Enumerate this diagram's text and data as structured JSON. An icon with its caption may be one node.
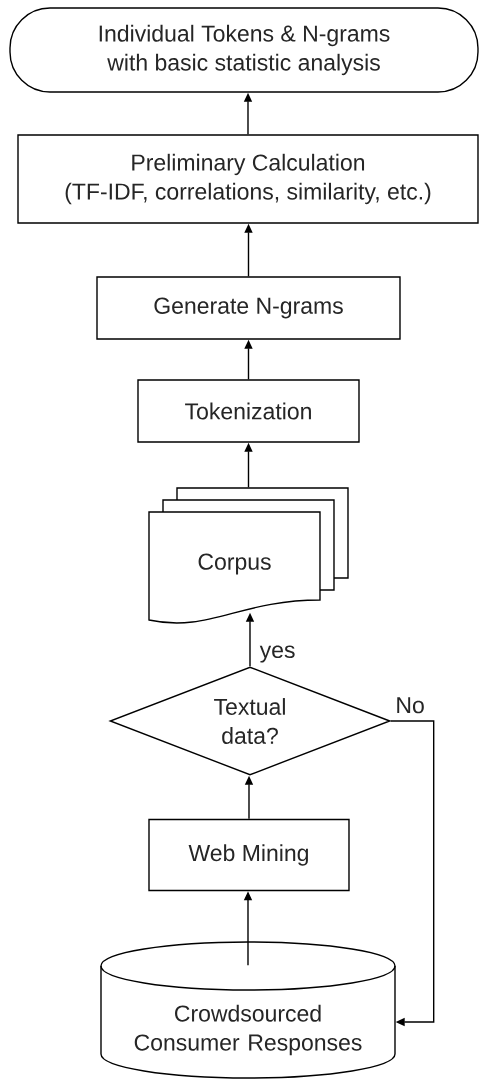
{
  "diagram": {
    "nodes": [
      {
        "text": [
          "Individual Tokens & N-grams",
          "with basic statistic analysis"
        ]
      },
      {
        "text": [
          "Preliminary Calculation",
          "(TF-IDF, correlations, similarity, etc.)"
        ]
      },
      {
        "text": [
          "Generate N-grams"
        ]
      },
      {
        "text": [
          "Tokenization"
        ]
      },
      {
        "text": [
          "Corpus"
        ]
      },
      {
        "text": [
          "Textual data?"
        ]
      },
      {
        "text": [
          "Web Mining"
        ]
      },
      {
        "text": [
          "Crowdsourced Consumer Responses"
        ]
      }
    ],
    "edges": [
      {
        "from": 7,
        "to": 6,
        "arrow": "to"
      },
      {
        "from": 6,
        "to": 5,
        "arrow": "to"
      },
      {
        "from": 5,
        "to": 4,
        "arrow": "to",
        "label": "yes"
      },
      {
        "from": 5,
        "to": 7,
        "arrow": "to",
        "label": "No"
      },
      {
        "from": 4,
        "to": 3,
        "arrow": "to"
      },
      {
        "from": 3,
        "to": 2,
        "arrow": "to"
      },
      {
        "from": 2,
        "to": 1,
        "arrow": "to"
      },
      {
        "from": 1,
        "to": 0,
        "arrow": "to"
      }
    ]
  }
}
